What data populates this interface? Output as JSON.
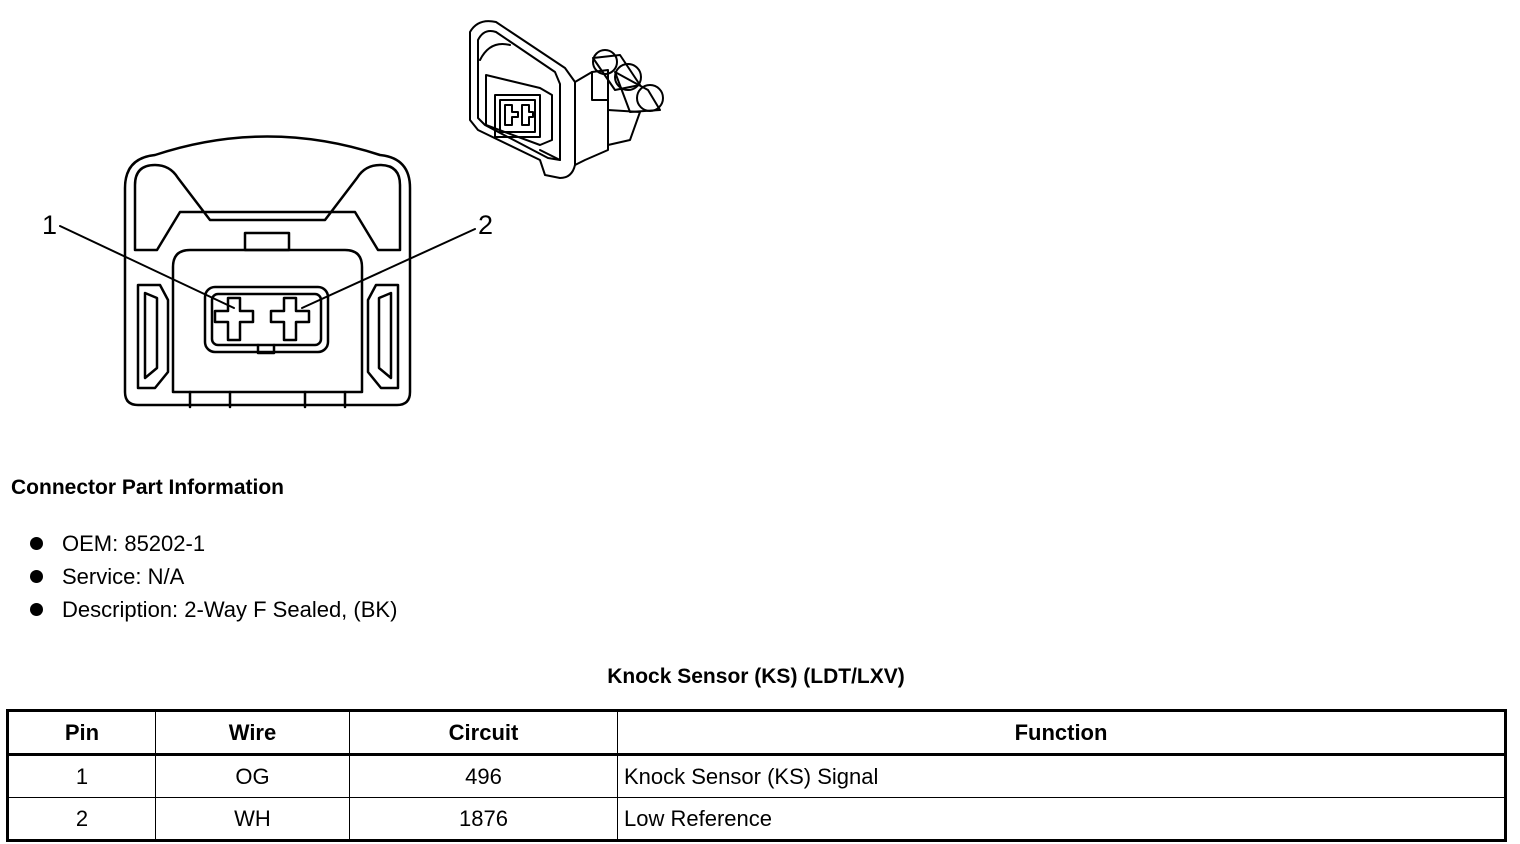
{
  "diagram": {
    "pin_labels": [
      "1",
      "2"
    ]
  },
  "part_info": {
    "heading": "Connector Part Information",
    "items": [
      "OEM: 85202-1",
      "Service: N/A",
      "Description: 2-Way F Sealed, (BK)"
    ]
  },
  "table": {
    "title": "Knock Sensor (KS) (LDT/LXV)",
    "headers": [
      "Pin",
      "Wire",
      "Circuit",
      "Function"
    ],
    "rows": [
      [
        "1",
        "OG",
        "496",
        "Knock Sensor (KS) Signal"
      ],
      [
        "2",
        "WH",
        "1876",
        "Low Reference"
      ]
    ]
  }
}
